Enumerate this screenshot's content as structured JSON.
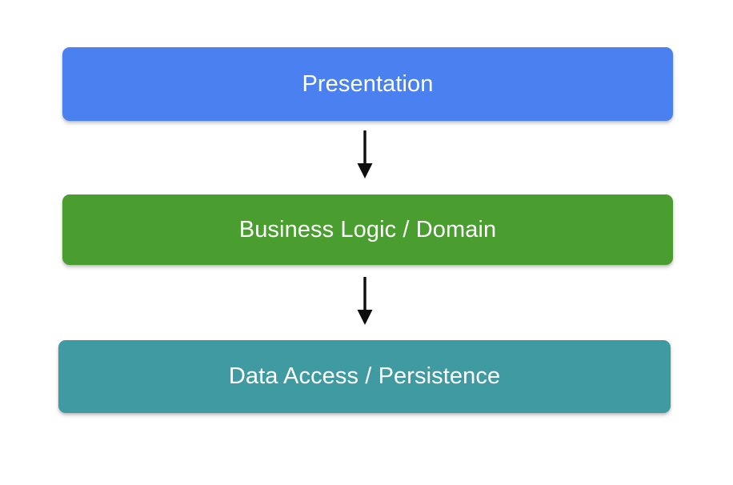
{
  "diagram": {
    "type": "layered-architecture-flow",
    "orientation": "vertical-top-down",
    "background_color": "#ffffff",
    "title": "",
    "layers": [
      {
        "id": "presentation",
        "label": "Presentation",
        "fill_color": "#4a80f0",
        "text_color": "#ffffff",
        "order": 1
      },
      {
        "id": "business",
        "label": "Business Logic / Domain",
        "fill_color": "#4a9e2f",
        "text_color": "#ffffff",
        "order": 2
      },
      {
        "id": "data",
        "label": "Data Access / Persistence",
        "fill_color": "#3f9ba1",
        "text_color": "#ffffff",
        "order": 3
      }
    ],
    "connectors": [
      {
        "id": "presentation-to-business",
        "from": "presentation",
        "to": "business",
        "style": "solid-arrow",
        "color": "#0d0d0d"
      },
      {
        "id": "business-to-data",
        "from": "business",
        "to": "data",
        "style": "solid-arrow",
        "color": "#0d0d0d"
      }
    ]
  }
}
